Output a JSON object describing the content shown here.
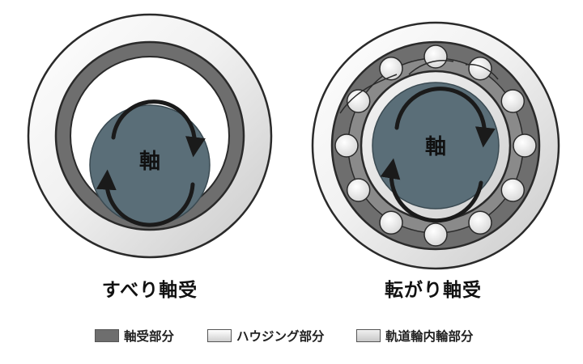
{
  "diagram": {
    "left": {
      "caption": "すべり軸受",
      "shaft_label": "軸"
    },
    "right": {
      "caption": "転がり軸受",
      "shaft_label": "軸"
    },
    "legend": [
      {
        "label": "軸受部分",
        "color": "#6e6e6e"
      },
      {
        "label": "ハウジング部分",
        "color": "#e6e6e6"
      },
      {
        "label": "軌道輪内輪部分",
        "color": "#dcdcdc"
      }
    ],
    "colors": {
      "outline": "#2a2a2a",
      "bearing_dark": "#6e6e6e",
      "housing_light": "#e6e6e6",
      "shaft": "#5a6e78",
      "ball": "#f2f2f2"
    },
    "rolling_ball_count": 12
  }
}
